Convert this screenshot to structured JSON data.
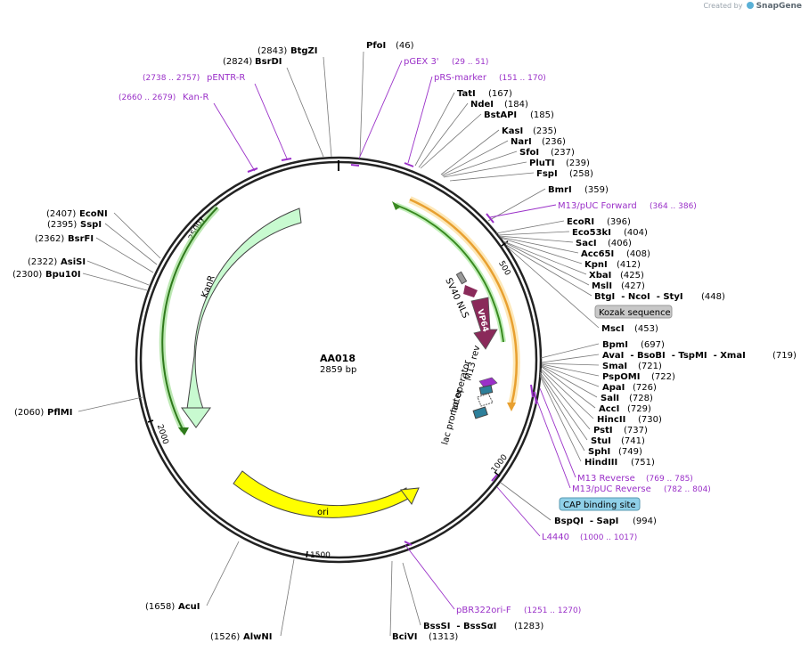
{
  "credit": {
    "prefix": "Created by",
    "brand": "SnapGene"
  },
  "plasmid": {
    "name": "AA018",
    "length_label": "2859 bp",
    "length": 2859
  },
  "ticks": [
    "500",
    "1000",
    "1500",
    "2000",
    "2500"
  ],
  "enzymes": [
    {
      "name": "PfoI",
      "pos": "(46)"
    },
    {
      "name": "BtgZI",
      "pos": "(2843)"
    },
    {
      "name": "BsrDI",
      "pos": "(2824)"
    },
    {
      "name": "TatI",
      "pos": "(167)"
    },
    {
      "name": "NdeI",
      "pos": "(184)"
    },
    {
      "name": "BstAPI",
      "pos": "(185)"
    },
    {
      "name": "KasI",
      "pos": "(235)"
    },
    {
      "name": "NarI",
      "pos": "(236)"
    },
    {
      "name": "SfoI",
      "pos": "(237)"
    },
    {
      "name": "PluTI",
      "pos": "(239)"
    },
    {
      "name": "FspI",
      "pos": "(258)"
    },
    {
      "name": "BmrI",
      "pos": "(359)"
    },
    {
      "name": "EcoRI",
      "pos": "(396)"
    },
    {
      "name": "Eco53kI",
      "pos": "(404)"
    },
    {
      "name": "SacI",
      "pos": "(406)"
    },
    {
      "name": "Acc65I",
      "pos": "(408)"
    },
    {
      "name": "KpnI",
      "pos": "(412)"
    },
    {
      "name": "XbaI",
      "pos": "(425)"
    },
    {
      "name": "MslI",
      "pos": "(427)"
    },
    {
      "name": "BtgI  - NcoI  - StyI",
      "pos": "(448)"
    },
    {
      "name": "MscI",
      "pos": "(453)"
    },
    {
      "name": "BpmI",
      "pos": "(697)"
    },
    {
      "name": "AvaI  - BsoBI  - TspMI  - XmaI",
      "pos": "(719)"
    },
    {
      "name": "SmaI",
      "pos": "(721)"
    },
    {
      "name": "PspOMI",
      "pos": "(722)"
    },
    {
      "name": "ApaI",
      "pos": "(726)"
    },
    {
      "name": "SalI",
      "pos": "(728)"
    },
    {
      "name": "AccI",
      "pos": "(729)"
    },
    {
      "name": "HincII",
      "pos": "(730)"
    },
    {
      "name": "PstI",
      "pos": "(737)"
    },
    {
      "name": "StuI",
      "pos": "(741)"
    },
    {
      "name": "SphI",
      "pos": "(749)"
    },
    {
      "name": "HindIII",
      "pos": "(751)"
    },
    {
      "name": "BspQI  - SapI",
      "pos": "(994)"
    },
    {
      "name": "BssSI  - BssSαI",
      "pos": "(1283)"
    },
    {
      "name": "BciVI",
      "pos": "(1313)"
    },
    {
      "name": "AlwNI",
      "pos": "(1526)"
    },
    {
      "name": "AcuI",
      "pos": "(1658)"
    },
    {
      "name": "PflMI",
      "pos": "(2060)"
    },
    {
      "name": "Bpu10I",
      "pos": "(2300)"
    },
    {
      "name": "AsiSI",
      "pos": "(2322)"
    },
    {
      "name": "BsrFI",
      "pos": "(2362)"
    },
    {
      "name": "SspI",
      "pos": "(2395)"
    },
    {
      "name": "EcoNI",
      "pos": "(2407)"
    }
  ],
  "primers": [
    {
      "name": "pGEX 3'",
      "range": "(29 .. 51)"
    },
    {
      "name": "pRS-marker",
      "range": "(151 .. 170)"
    },
    {
      "name": "M13/pUC Forward",
      "range": "(364 .. 386)"
    },
    {
      "name": "M13 Reverse",
      "range": "(769 .. 785)"
    },
    {
      "name": "M13/pUC Reverse",
      "range": "(782 .. 804)"
    },
    {
      "name": "L4440",
      "range": "(1000 .. 1017)"
    },
    {
      "name": "pBR322ori-F",
      "range": "(1251 .. 1270)"
    },
    {
      "name": "pENTR-R",
      "range": "(2738 .. 2757)"
    },
    {
      "name": "Kan-R",
      "range": "(2660 .. 2679)"
    }
  ],
  "boxed": [
    {
      "name": "Kozak sequence",
      "color": "#c8c8c8"
    },
    {
      "name": "CAP binding site",
      "color": "#8fd0e8"
    }
  ],
  "features": [
    {
      "name": "KanR",
      "color": "#c8fad0"
    },
    {
      "name": "ori",
      "color": "#ffff00"
    },
    {
      "name": "VP64",
      "color": "#8a2a5a"
    },
    {
      "name": "SV40 NLS",
      "color": "#8a2a5a"
    },
    {
      "name": "M13 rev",
      "color": "#9a30c8"
    },
    {
      "name": "lac operator",
      "color": "#ffffff"
    },
    {
      "name": "lac promoter",
      "color": "#2d7f9a"
    }
  ],
  "colors": {
    "orange_arc": "#f0b040",
    "green_arc": "#4aa02c",
    "primer": "#9a30c8"
  }
}
